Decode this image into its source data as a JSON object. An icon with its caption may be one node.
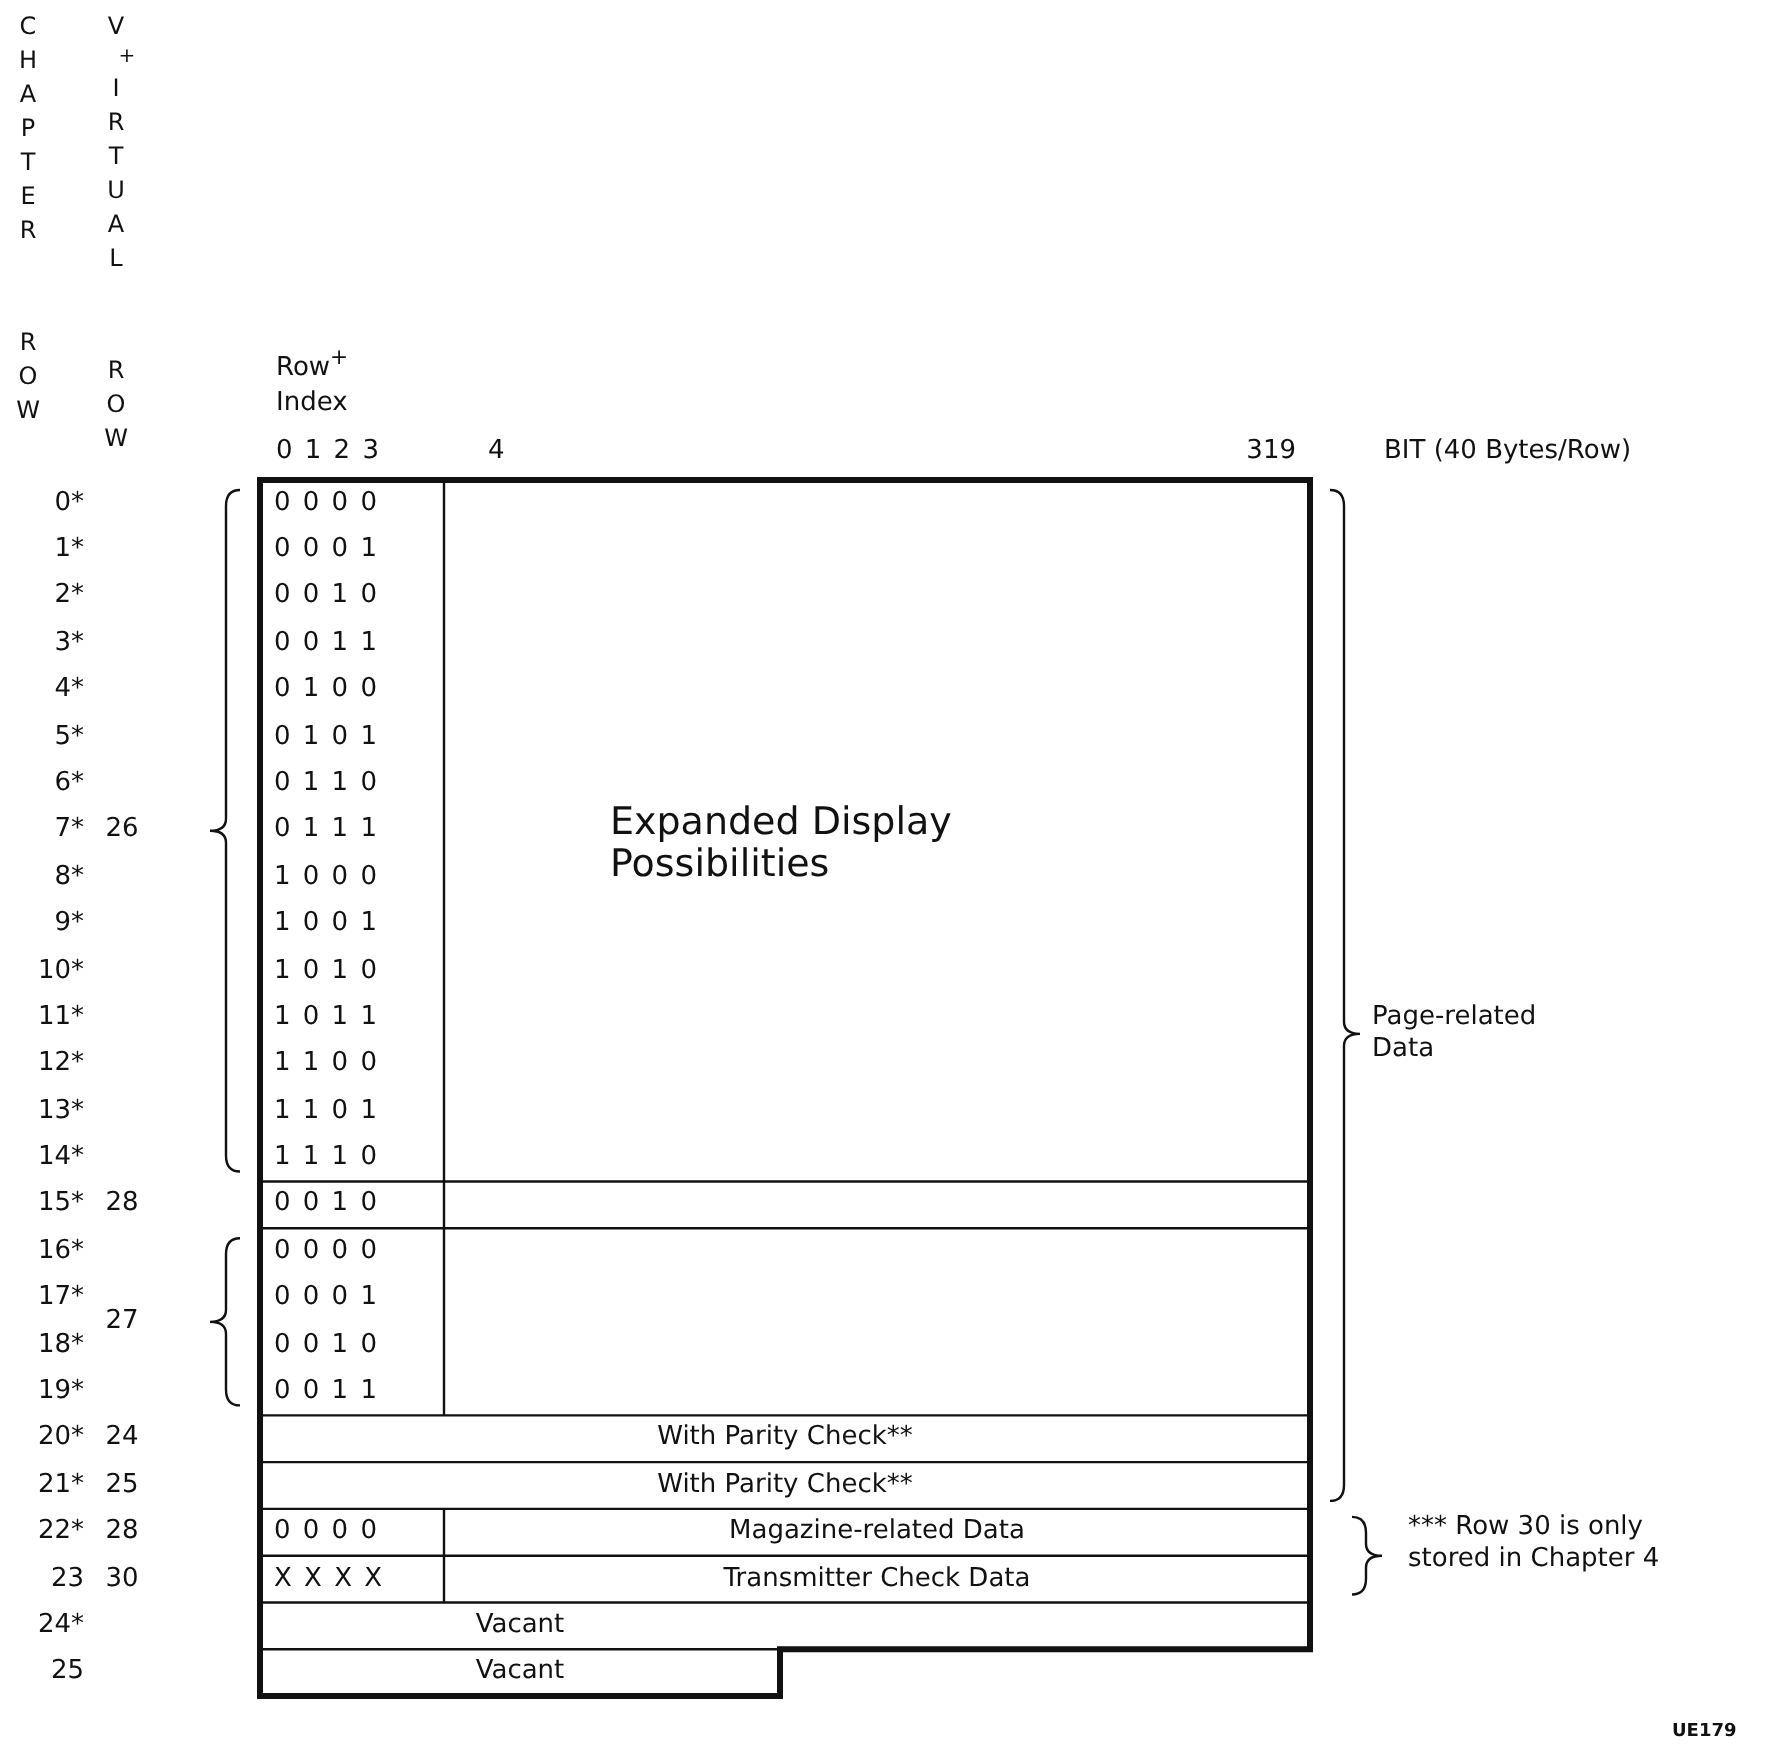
{
  "diagram": {
    "labels": [
      "CHAPTER ROW",
      "V$^{+}$IRTUAL ROW",
      "Row$^{+}$ Index",
      "0 1 2 3",
      "4",
      "319",
      "BIT (40 Bytes/Row)",
      "0*",
      "0 0 0 0",
      "1*",
      "0 0 0 1",
      "2*",
      "0 0 1 0",
      "3*",
      "0 0 1 1",
      "4*",
      "0 1 0 0",
      "5*",
      "0 1 0 1",
      "6*",
      "0 1 1 0",
      "7*",
      "26",
      "0 1 1 1",
      "Expanded Display Possibilities",
      "8*",
      "1 0 0 0",
      "9*",
      "1 0 0 1",
      "10*",
      "1 0 1 0",
      "11*",
      "1 0 1 1",
      "Page-related Data",
      "12*",
      "1 1 0 0",
      "13*",
      "1 1 0 1",
      "14*",
      "1 1 1 0",
      "15*",
      "28",
      "0 0 1 0",
      "16*",
      "0 0 0 0",
      "17*",
      "27",
      "0 0 0 1",
      "18*",
      "0 0 1 0",
      "19*",
      "0 0 1 1",
      "20*",
      "24",
      "With Parity Check**",
      "21*",
      "25",
      "With Parity Check**",
      "22*",
      "28",
      "0 0 0 0",
      "Magazine-related Data",
      "*** Row 30 is only stored in Chapter 4",
      "23",
      "30",
      "X X X X",
      "Transmitter Check Data",
      "24*",
      "Vacant",
      "25",
      "Vacant",
      "UE179"
    ]
  }
}
